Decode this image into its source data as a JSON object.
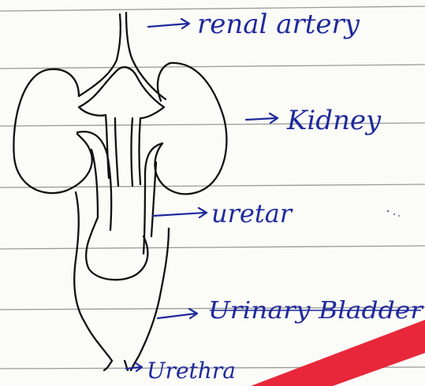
{
  "labels": {
    "renal_artery": "renal artery",
    "kidney": "Kidney",
    "ureter": "uretar",
    "urinary_bladder": "Urinary Bladder",
    "urethra": "Urethra"
  },
  "colors": {
    "ink_outline": "#111111",
    "ink_label": "#1f2a9c",
    "ruled_line": "#9a9a9a",
    "red_stroke": "#e8283a",
    "paper": "#fbfbf8"
  }
}
